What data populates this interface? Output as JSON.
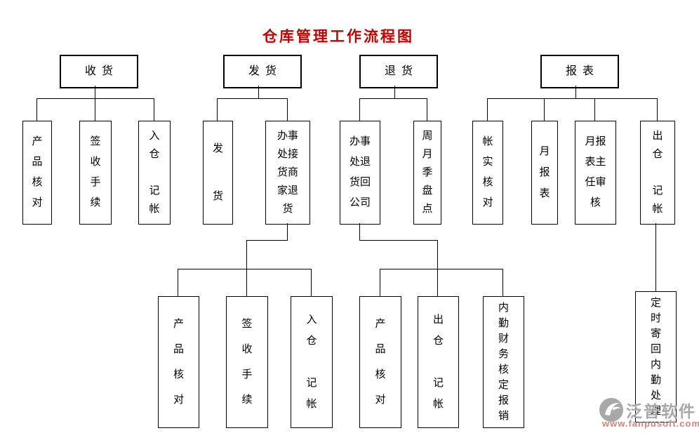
{
  "title": "仓库管理工作流程图",
  "title_color": "#c00000",
  "line_color": "#000000",
  "nodes": {
    "receive": "收货",
    "ship": "发货",
    "return": "退货",
    "report": "报表",
    "receive_product_check": "产\n品\n核\n对",
    "receive_sign_procedure": "签\n收\n手\n续",
    "receive_in_bookkeeping": "入\n仓\n\n记\n帐",
    "ship_dispatch": "发\n\n货",
    "ship_handle_merchant_returns": "办事\n处接\n货商\n家退\n货",
    "return_to_company": "办事\n处退\n货回\n公司",
    "return_stocktake": "周\n月\n季\n盘\n点",
    "report_account_check": "帐\n实\n核\n对",
    "report_monthly": "月\n报\n表",
    "report_director_review": "月报\n表主\n任审\n核",
    "report_out_bookkeeping": "出\n仓\n\n记\n帐",
    "sub_product_check_ship": "产\n品\n核\n对",
    "sub_sign_procedure": "签\n收\n手\n续",
    "sub_in_bookkeeping": "入\n仓\n\n记\n帐",
    "sub_product_check_return": "产\n品\n核\n对",
    "sub_out_bookkeeping": "出\n仓\n\n记\n帐",
    "sub_finance_reimburse": "内\n勤\n财\n务\n核\n定\n报\n销",
    "sub_mail_back": "定\n时\n寄\n回\n内\n勤\n处\n理"
  },
  "hierarchy": [
    {
      "parent": "收货",
      "children": [
        "产品核对",
        "签收手续",
        "入仓记帐"
      ]
    },
    {
      "parent": "发货",
      "children": [
        "发货",
        "办事处接货商家退货"
      ]
    },
    {
      "parent": "办事处接货商家退货",
      "children": [
        "产品核对",
        "签收手续",
        "入仓记帐"
      ]
    },
    {
      "parent": "退货",
      "children": [
        "办事处退货回公司",
        "周月季盘点"
      ]
    },
    {
      "parent": "办事处退货回公司",
      "children": [
        "产品核对",
        "出仓记帐",
        "内勤财务核定报销"
      ]
    },
    {
      "parent": "报表",
      "children": [
        "帐实核对",
        "月报表",
        "月报表主任审核",
        "出仓记帐"
      ]
    },
    {
      "parent": "出仓记帐(报表)",
      "children": [
        "定时寄回内勤处理"
      ]
    }
  ],
  "watermark": {
    "brand": "泛普软件",
    "url": "www.fanpusoft.com",
    "brand_color": "#a8a8a8",
    "url_color": "#d4837b"
  }
}
